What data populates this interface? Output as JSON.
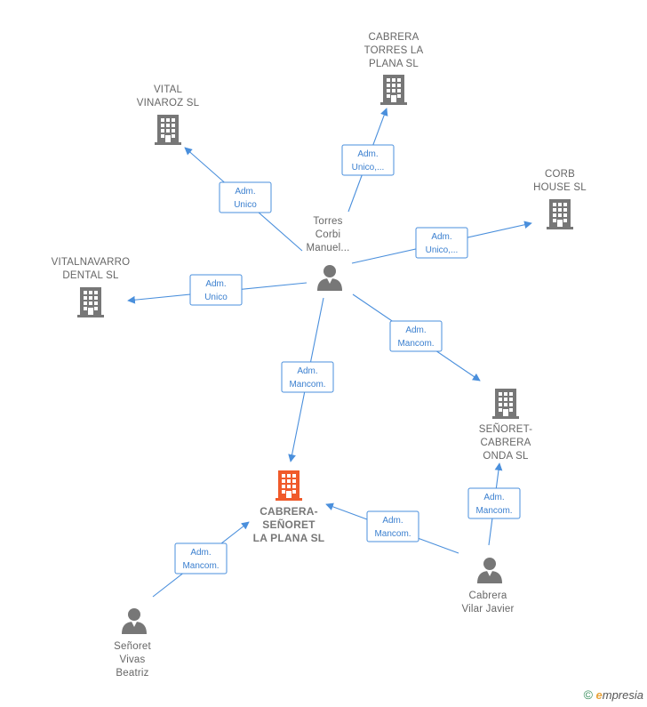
{
  "colors": {
    "edge": "#4a8fdc",
    "company": "#777777",
    "main_company": "#f05a2a",
    "person": "#777777"
  },
  "nodes": [
    {
      "id": "cabrera_torres",
      "kind": "company",
      "icon": "building-icon",
      "lines": [
        "CABRERA",
        "TORRES LA",
        "PLANA  SL"
      ]
    },
    {
      "id": "vital_vinaroz",
      "kind": "company",
      "icon": "building-icon",
      "lines": [
        "VITAL",
        "VINAROZ SL"
      ]
    },
    {
      "id": "corb_house",
      "kind": "company",
      "icon": "building-icon",
      "lines": [
        "CORB",
        "HOUSE  SL"
      ]
    },
    {
      "id": "vitalnavarro",
      "kind": "company",
      "icon": "building-icon",
      "lines": [
        "VITALNAVARRO",
        "DENTAL  SL"
      ]
    },
    {
      "id": "senoret_cabrera_onda",
      "kind": "company",
      "icon": "building-icon",
      "lines": [
        "SEÑORET-",
        "CABRERA",
        "ONDA  SL"
      ]
    },
    {
      "id": "cabrera_senoret",
      "kind": "main_company",
      "icon": "building-icon",
      "lines": [
        "CABRERA-",
        "SEÑORET",
        "LA PLANA  SL"
      ]
    },
    {
      "id": "torres_corbi",
      "kind": "person",
      "icon": "person-icon",
      "lines": [
        "Torres",
        "Corbi",
        "Manuel..."
      ]
    },
    {
      "id": "cabrera_vilar",
      "kind": "person",
      "icon": "person-icon",
      "lines": [
        "Cabrera",
        "Vilar Javier"
      ]
    },
    {
      "id": "senoret_vivas",
      "kind": "person",
      "icon": "person-icon",
      "lines": [
        "Señoret",
        "Vivas",
        "Beatriz"
      ]
    }
  ],
  "edges": [
    {
      "from": "torres_corbi",
      "to": "cabrera_torres",
      "lines": [
        "Adm.",
        "Unico,..."
      ]
    },
    {
      "from": "torres_corbi",
      "to": "vital_vinaroz",
      "lines": [
        "Adm.",
        "Unico"
      ]
    },
    {
      "from": "torres_corbi",
      "to": "corb_house",
      "lines": [
        "Adm.",
        "Unico,..."
      ]
    },
    {
      "from": "torres_corbi",
      "to": "vitalnavarro",
      "lines": [
        "Adm.",
        "Unico"
      ]
    },
    {
      "from": "torres_corbi",
      "to": "senoret_cabrera_onda",
      "lines": [
        "Adm.",
        "Mancom."
      ]
    },
    {
      "from": "torres_corbi",
      "to": "cabrera_senoret",
      "lines": [
        "Adm.",
        "Mancom."
      ]
    },
    {
      "from": "cabrera_vilar",
      "to": "cabrera_senoret",
      "lines": [
        "Adm.",
        "Mancom."
      ]
    },
    {
      "from": "cabrera_vilar",
      "to": "senoret_cabrera_onda",
      "lines": [
        "Adm.",
        "Mancom."
      ]
    },
    {
      "from": "senoret_vivas",
      "to": "cabrera_senoret",
      "lines": [
        "Adm.",
        "Mancom."
      ]
    }
  ],
  "footer": {
    "copyright_symbol": "©",
    "brand_initial": "e",
    "brand_rest": "mpresia"
  }
}
